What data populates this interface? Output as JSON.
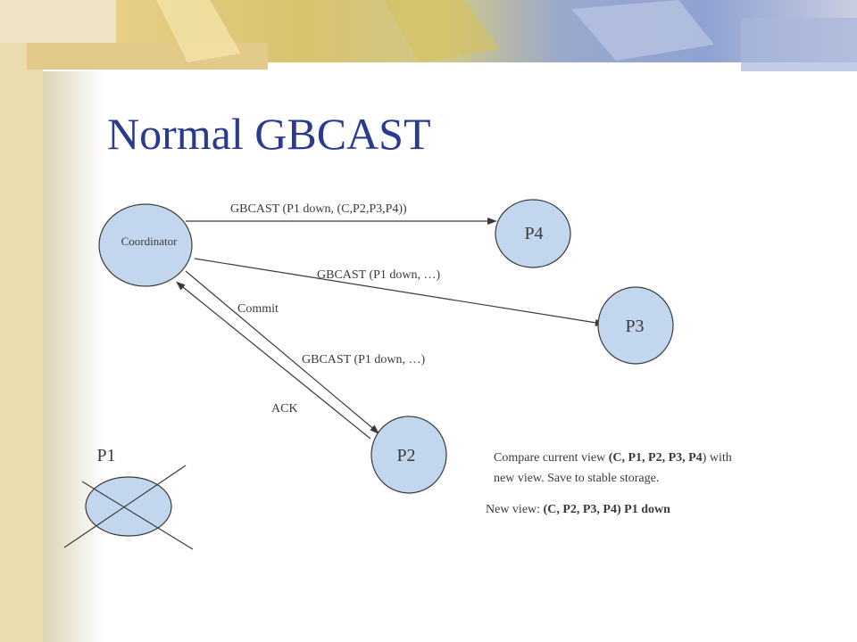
{
  "slide": {
    "title": "Normal GBCAST",
    "colors": {
      "title": "#2a3a8c",
      "node_fill": "#c2d6ee",
      "stroke": "#3a3a3a",
      "left_band": "#eadcae",
      "sponge": "#e6d4a2"
    }
  },
  "nodes": {
    "coordinator": "Coordinator",
    "p4": "P4",
    "p3": "P3",
    "p2": "P2",
    "p1": "P1"
  },
  "messages": {
    "to_p4": "GBCAST (P1 down, (C,P2,P3,P4))",
    "to_p3": "GBCAST (P1 down, …)",
    "commit": "Commit",
    "to_p2": "GBCAST (P1 down, …)",
    "ack": "ACK"
  },
  "notes": {
    "compare_line1_pre": "Compare current view ",
    "compare_line1_bold": "(C, P1, P2, P3, P4",
    "compare_line1_post": ") with",
    "compare_line2": "new view.  Save to stable storage.",
    "newview_pre": "New view: ",
    "newview_bold": "(C, P2, P3, P4) P1 down"
  }
}
